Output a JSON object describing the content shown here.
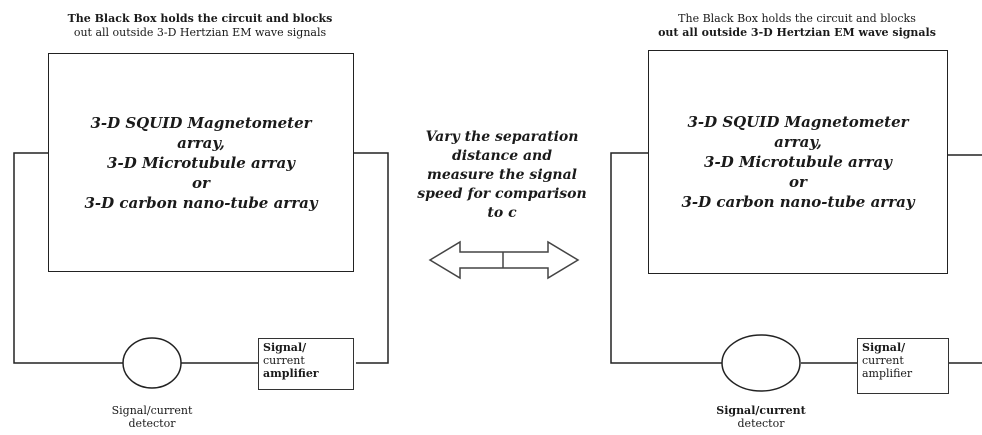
{
  "left": {
    "caption_line1": "The Black Box holds the circuit and blocks",
    "caption_line2": "out all outside 3-D Hertzian EM wave signals",
    "box_lines": [
      "3-D SQUID Magnetometer",
      "array,",
      "3-D Microtubule array",
      "or",
      "3-D carbon nano-tube array"
    ],
    "amplifier_lines": [
      "Signal/",
      "current",
      "amplifier"
    ],
    "detector_lines": [
      "Signal/current",
      "detector"
    ]
  },
  "right": {
    "caption_line1": "The Black Box holds the circuit and blocks",
    "caption_line2": "out all outside 3-D Hertzian EM wave signals",
    "box_lines": [
      "3-D SQUID Magnetometer",
      "array,",
      "3-D Microtubule array",
      "or",
      "3-D carbon nano-tube array"
    ],
    "amplifier_lines": [
      "Signal/",
      "current",
      "amplifier"
    ],
    "detector_lines": [
      "Signal/current",
      "detector"
    ]
  },
  "center": {
    "lines": [
      "Vary the separation",
      "distance and",
      "measure the signal",
      "speed for comparison",
      "to c"
    ]
  },
  "colors": {
    "line": "#222222",
    "background": "#ffffff"
  },
  "icons": {
    "separation_arrow": "double-headed-arrow-icon"
  }
}
